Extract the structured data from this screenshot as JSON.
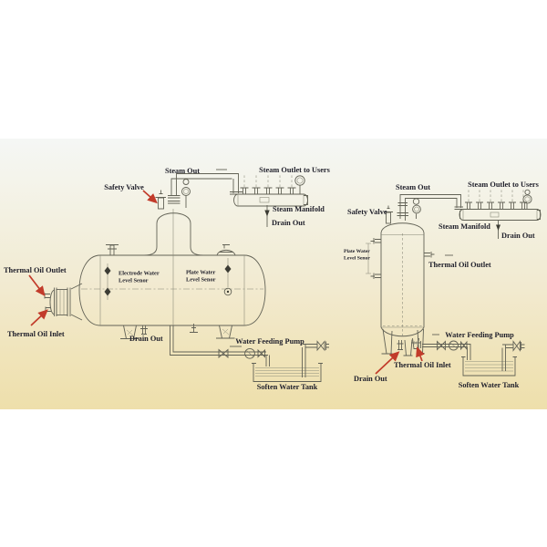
{
  "colors": {
    "page_background": "#ffffff",
    "photo_top": "#f5f7f5",
    "photo_bottom": "#eedfab",
    "diagram_line": "#626256",
    "label_text": "#21212c",
    "arrow_red": "#c23b2a"
  },
  "left_diagram": {
    "labels": {
      "steam_out": "Steam Out",
      "safety_valve": "Safety Valve",
      "steam_outlet_to_users": "Steam Outlet to Users",
      "steam_manifold": "Steam Manifold",
      "manifold_drain_out": "Drain Out",
      "thermal_oil_outlet": "Thermal Oil Outlet",
      "thermal_oil_inlet": "Thermal Oil Inlet",
      "electrode_sensor_line1": "Electrode Water",
      "electrode_sensor_line2": "Level Senor",
      "plate_sensor_line1": "Plate Water",
      "plate_sensor_line2": "Level Senor",
      "drain_out": "Drain Out",
      "water_feeding_pump": "Water Feeding Pump",
      "soften_water_tank": "Soften Water Tank"
    }
  },
  "right_diagram": {
    "labels": {
      "steam_out": "Steam Out",
      "safety_valve": "Safety Valve",
      "steam_outlet_to_users": "Steam Outlet to Users",
      "steam_manifold": "Steam Manifold",
      "manifold_drain_out": "Drain Out",
      "plate_sensor_line1": "Plate Water",
      "plate_sensor_line2": "Level Senor",
      "thermal_oil_outlet": "Thermal Oil Outlet",
      "thermal_oil_inlet": "Thermal Oil Inlet",
      "drain_out": "Drain Out",
      "water_feeding_pump": "Water Feeding Pump",
      "soften_water_tank": "Soften Water Tank"
    }
  }
}
